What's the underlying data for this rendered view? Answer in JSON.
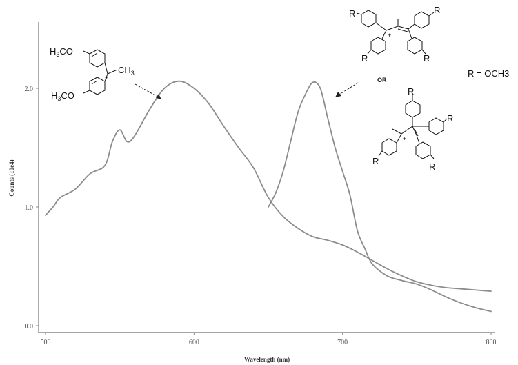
{
  "chart_data": {
    "type": "line",
    "xlabel": "Wavelength (nm)",
    "ylabel": "Counts (10e4)",
    "x_ticks": [
      500,
      600,
      700,
      800
    ],
    "y_ticks": [
      {
        "value": 0.0,
        "label": "0.0"
      },
      {
        "value": 1.0,
        "label": "1.0"
      },
      {
        "value": 2.0,
        "label": "2.0"
      }
    ],
    "xlim": [
      500,
      800
    ],
    "ylim": [
      0.0,
      2.5
    ],
    "grid": false,
    "line_color": "#8c8c8c",
    "series": [
      {
        "x": [
          500,
          505,
          510,
          520,
          530,
          540,
          545,
          550,
          555,
          560,
          570,
          580,
          590,
          600,
          610,
          620,
          630,
          640,
          650,
          660,
          670,
          680,
          690,
          700,
          710,
          720,
          730,
          740,
          750,
          760,
          770,
          780,
          790,
          800
        ],
        "y": [
          0.93,
          1.0,
          1.08,
          1.15,
          1.28,
          1.35,
          1.55,
          1.65,
          1.55,
          1.6,
          1.82,
          2.0,
          2.06,
          2.0,
          1.87,
          1.68,
          1.5,
          1.33,
          1.08,
          0.92,
          0.82,
          0.75,
          0.72,
          0.68,
          0.62,
          0.55,
          0.48,
          0.42,
          0.37,
          0.34,
          0.32,
          0.31,
          0.3,
          0.29
        ]
      },
      {
        "x": [
          650,
          655,
          660,
          665,
          670,
          675,
          680,
          685,
          690,
          695,
          700,
          705,
          710,
          715,
          720,
          730,
          740,
          750,
          760,
          770,
          780,
          790,
          800
        ],
        "y": [
          1.0,
          1.12,
          1.3,
          1.55,
          1.8,
          1.95,
          2.05,
          2.0,
          1.75,
          1.5,
          1.3,
          1.1,
          0.8,
          0.65,
          0.52,
          0.42,
          0.38,
          0.35,
          0.3,
          0.24,
          0.19,
          0.15,
          0.12
        ]
      }
    ]
  },
  "structures": {
    "left": {
      "substituent": "H3CO",
      "methyl": "CH3",
      "charge": "+"
    },
    "right": {
      "substituent": "R",
      "charge": "+",
      "or_label": "OR"
    },
    "r_definition": "R = OCH3"
  }
}
